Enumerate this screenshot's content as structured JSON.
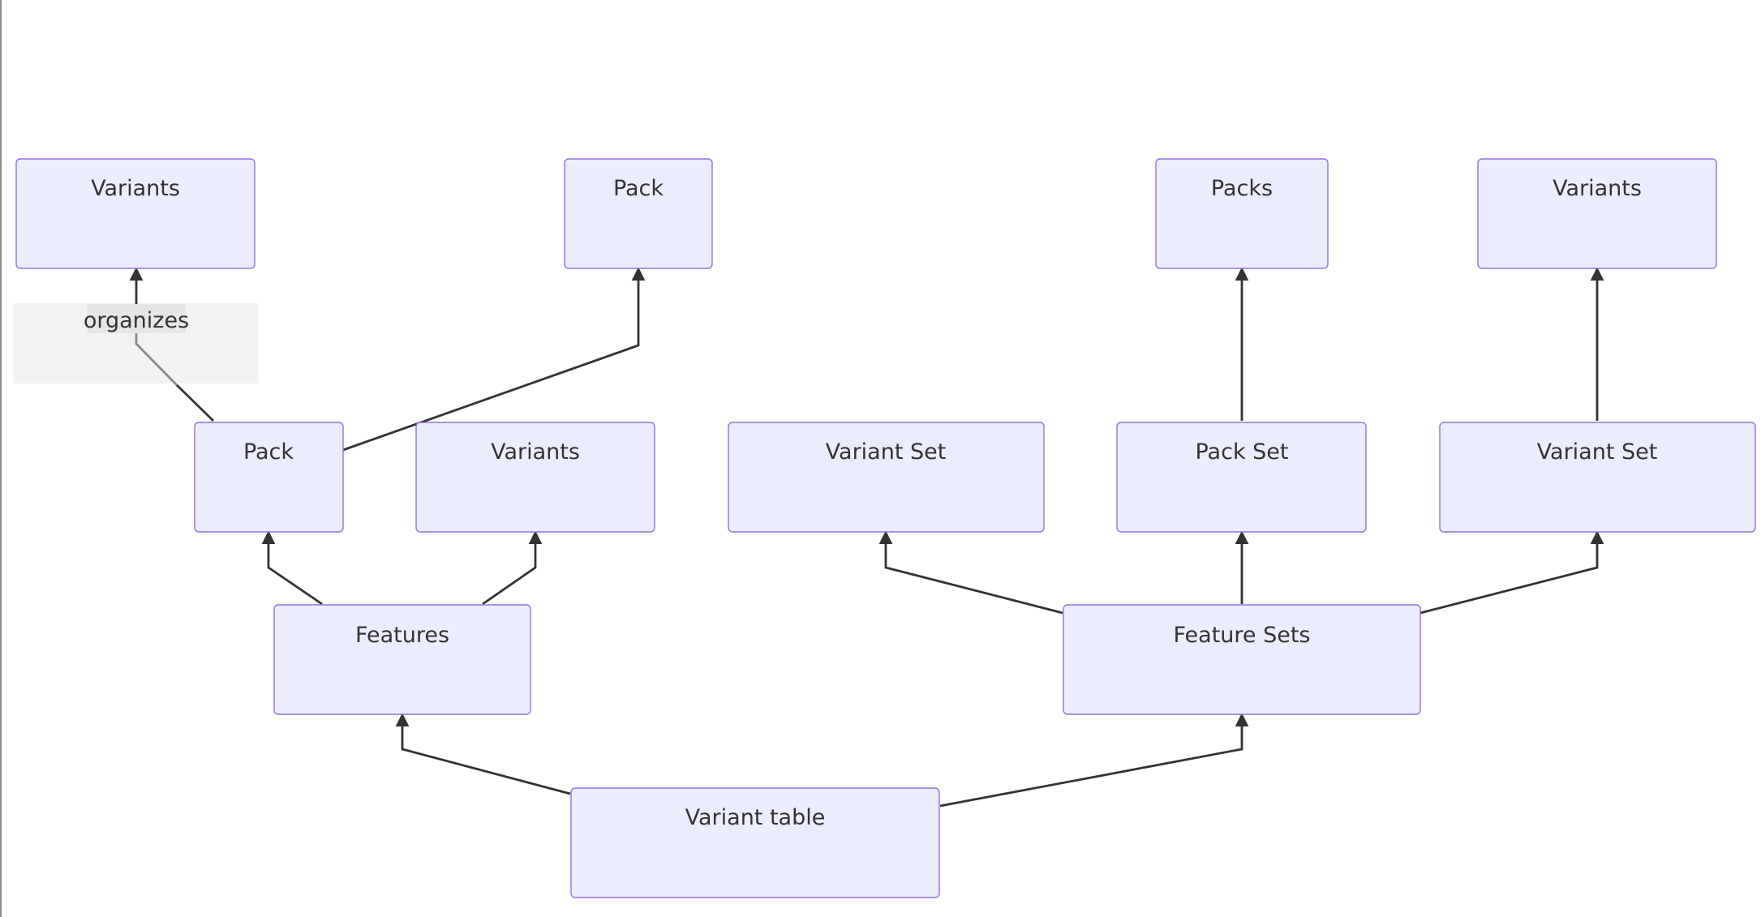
{
  "diagram": {
    "type": "flowchart",
    "direction": "bottom-to-top",
    "nodes": [
      {
        "id": "variant-table",
        "label": "Variant table"
      },
      {
        "id": "features",
        "label": "Features"
      },
      {
        "id": "feature-sets",
        "label": "Feature Sets"
      },
      {
        "id": "pack",
        "label": "Pack"
      },
      {
        "id": "variants-mid",
        "label": "Variants"
      },
      {
        "id": "variant-set-1",
        "label": "Variant Set"
      },
      {
        "id": "pack-set",
        "label": "Pack Set"
      },
      {
        "id": "variant-set-2",
        "label": "Variant Set"
      },
      {
        "id": "variants-top-left",
        "label": "Variants"
      },
      {
        "id": "pack-top",
        "label": "Pack"
      },
      {
        "id": "packs-top",
        "label": "Packs"
      },
      {
        "id": "variants-top-right",
        "label": "Variants"
      }
    ],
    "edges": [
      {
        "from": "variant-table",
        "to": "features",
        "label": ""
      },
      {
        "from": "variant-table",
        "to": "feature-sets",
        "label": ""
      },
      {
        "from": "features",
        "to": "pack",
        "label": ""
      },
      {
        "from": "features",
        "to": "variants-mid",
        "label": ""
      },
      {
        "from": "feature-sets",
        "to": "variant-set-1",
        "label": ""
      },
      {
        "from": "feature-sets",
        "to": "pack-set",
        "label": ""
      },
      {
        "from": "feature-sets",
        "to": "variant-set-2",
        "label": ""
      },
      {
        "from": "pack",
        "to": "variants-top-left",
        "label": "organizes"
      },
      {
        "from": "pack",
        "to": "pack-top",
        "label": ""
      },
      {
        "from": "pack-set",
        "to": "packs-top",
        "label": ""
      },
      {
        "from": "variant-set-2",
        "to": "variants-top-right",
        "label": ""
      }
    ],
    "colors": {
      "node_fill": "#ECECFF",
      "node_stroke": "#9370DB",
      "edge": "#333333",
      "label_background": "#e6e6e6"
    }
  }
}
